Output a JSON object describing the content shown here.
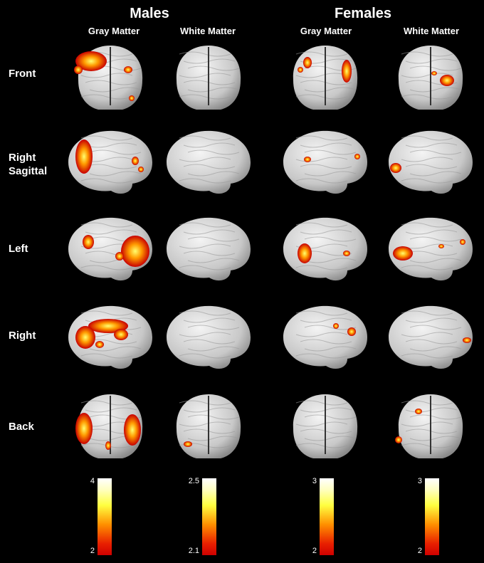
{
  "groups": {
    "males": "Males",
    "females": "Females"
  },
  "columns": [
    "Gray Matter",
    "White Matter",
    "Gray Matter",
    "White Matter"
  ],
  "rows": [
    "Front",
    "Right\nSagittal",
    "Left",
    "Right",
    "Back"
  ],
  "colorbars": [
    {
      "max": "4",
      "min": "2"
    },
    {
      "max": "2.5",
      "min": "2.1"
    },
    {
      "max": "3",
      "min": "2"
    },
    {
      "max": "3",
      "min": "2"
    }
  ],
  "colors": {
    "background": "#000000",
    "brain": "#d9d9d9",
    "activation_low": "#d00000",
    "activation_high": "#ffff60"
  }
}
